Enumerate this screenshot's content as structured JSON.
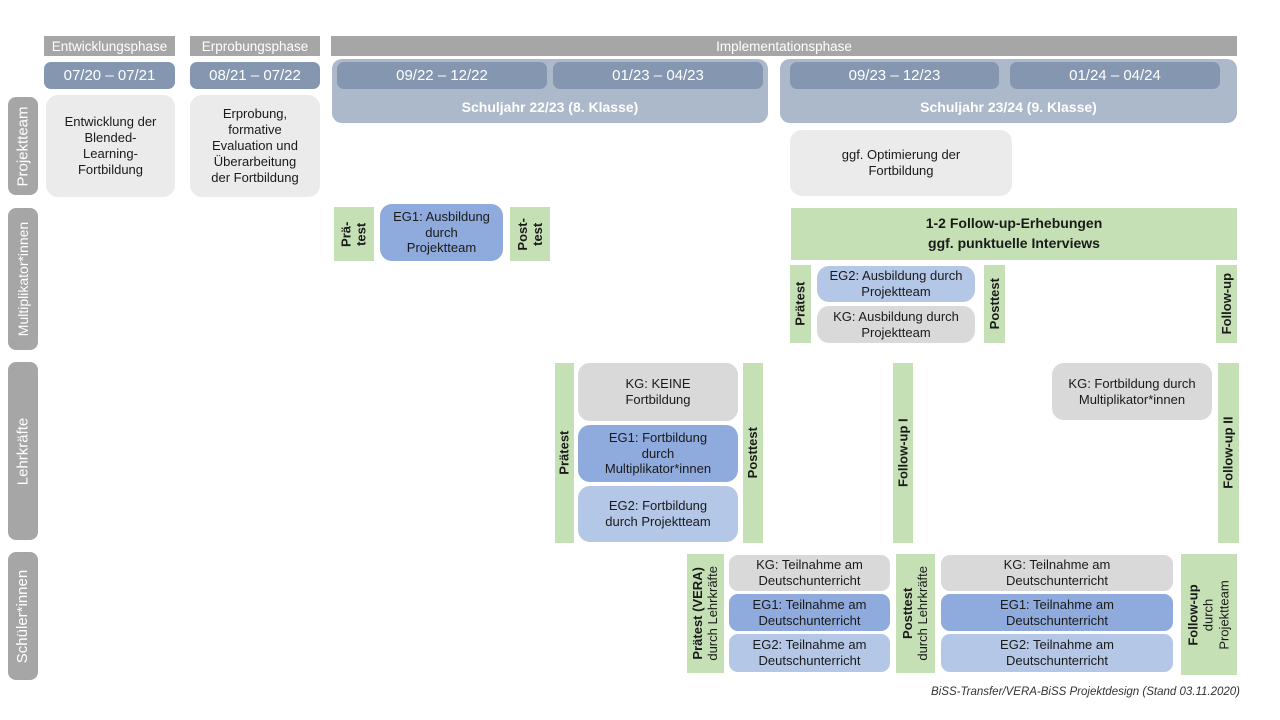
{
  "phases": {
    "entwicklung": "Entwicklungsphase",
    "erprobung": "Erprobungsphase",
    "implementation": "Implementationsphase"
  },
  "periods": {
    "p1": "07/20 – 07/21",
    "p2": "08/21 – 07/22",
    "p3": "09/22 – 12/22",
    "p4": "01/23 – 04/23",
    "p5": "09/23 – 12/23",
    "p6": "01/24 – 04/24"
  },
  "school_years": {
    "sy2223": "Schuljahr 22/23 (8. Klasse)",
    "sy2324": "Schuljahr 23/24 (9. Klasse)"
  },
  "lanes": {
    "projektteam": "Projektteam",
    "multiplikatoren": "Multiplikator*innen",
    "lehrkraefte": "Lehrkräfte",
    "schueler": "Schüler*innen"
  },
  "projektteam_row": {
    "entwicklung_box": "Entwicklung der\nBlended-\nLearning-\nFortbildung",
    "erprobung_box": "Erprobung,\nformative\nEvaluation und\nÜberarbeitung\nder Fortbildung",
    "optimierung_box": "ggf. Optimierung der\nFortbildung"
  },
  "multiplikatoren_row": {
    "praetest1_line1": "Prä-",
    "praetest1_line2": "test",
    "eg1_box": "EG1: Ausbildung\ndurch\nProjektteam",
    "posttest1_line1": "Post-",
    "posttest1_line2": "test",
    "followup_box_line1": "1-2 Follow-up-Erhebungen",
    "followup_box_line2": "ggf. punktuelle Interviews",
    "praetest2": "Prätest",
    "eg2_box": "EG2: Ausbildung durch\nProjektteam",
    "kg_box": "KG: Ausbildung durch\nProjektteam",
    "posttest2": "Posttest",
    "followup": "Follow-up"
  },
  "lehrkraefte_row": {
    "praetest": "Prätest",
    "kg_box": "KG: KEINE\nFortbildung",
    "eg1_box": "EG1: Fortbildung\ndurch\nMultiplikator*innen",
    "eg2_box": "EG2: Fortbildung\ndurch Projektteam",
    "posttest": "Posttest",
    "followup1": "Follow-up I",
    "kg2_box": "KG: Fortbildung durch\nMultiplikator*innen",
    "followup2": "Follow-up II"
  },
  "schueler_row": {
    "praetest_line1": "Prätest (VERA)",
    "praetest_line2": "durch Lehrkräfte",
    "kg1_box": "KG: Teilnahme am\nDeutschunterricht",
    "eg1_1_box": "EG1: Teilnahme am\nDeutschunterricht",
    "eg2_1_box": "EG2: Teilnahme am\nDeutschunterricht",
    "posttest_line1": "Posttest",
    "posttest_line2": "durch Lehrkräfte",
    "kg2_box": "KG: Teilnahme am\nDeutschunterricht",
    "eg1_2_box": "EG1: Teilnahme am\nDeutschunterricht",
    "eg2_2_box": "EG2: Teilnahme am\nDeutschunterricht",
    "followup_line1": "Follow-up",
    "followup_line2": "durch",
    "followup_line3": "Projektteam"
  },
  "footer": "BiSS-Transfer/VERA-BiSS Projektdesign (Stand 03.11.2020)",
  "colors": {
    "phase_header_gray": "#a6a6a6",
    "lane_label_gray": "#a6a6a6",
    "period_blue": "#8496b0",
    "band_blue": "#acb9ca",
    "light_gray_box": "#ebebeb",
    "gray_box": "#d9d9d9",
    "blue_mid_box": "#8faadc",
    "blue_light_box": "#b4c7e7",
    "green_box": "#c5e0b4"
  }
}
